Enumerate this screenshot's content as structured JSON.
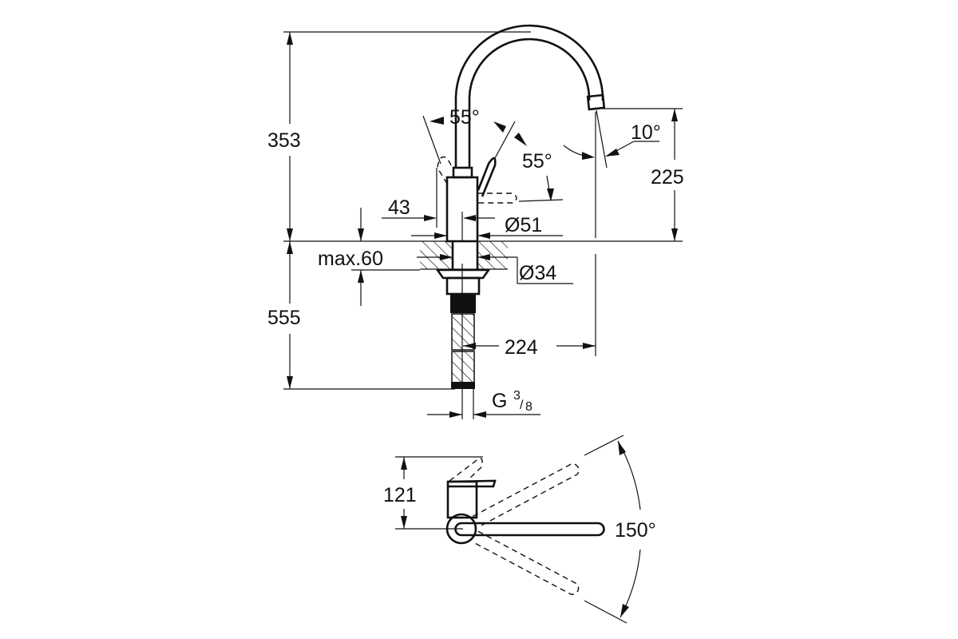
{
  "drawing": {
    "side_view": {
      "dim_total_height": "353",
      "dim_below_deck": "555",
      "dim_spout_height": "225",
      "dim_spout_reach": "224",
      "dim_lever_angle_up": "55°",
      "dim_lever_angle_side": "55°",
      "dim_spout_tilt": "10°",
      "dim_lever_offset": "43",
      "dim_body_diameter": "Ø51",
      "dim_deck_thickness": "max.60",
      "dim_hole_diameter": "Ø34",
      "dim_connection_thread": "G",
      "dim_connection_thread_num": "3",
      "dim_connection_thread_den": "8"
    },
    "top_view": {
      "dim_lever_length": "121",
      "dim_swivel_angle": "150°"
    }
  }
}
